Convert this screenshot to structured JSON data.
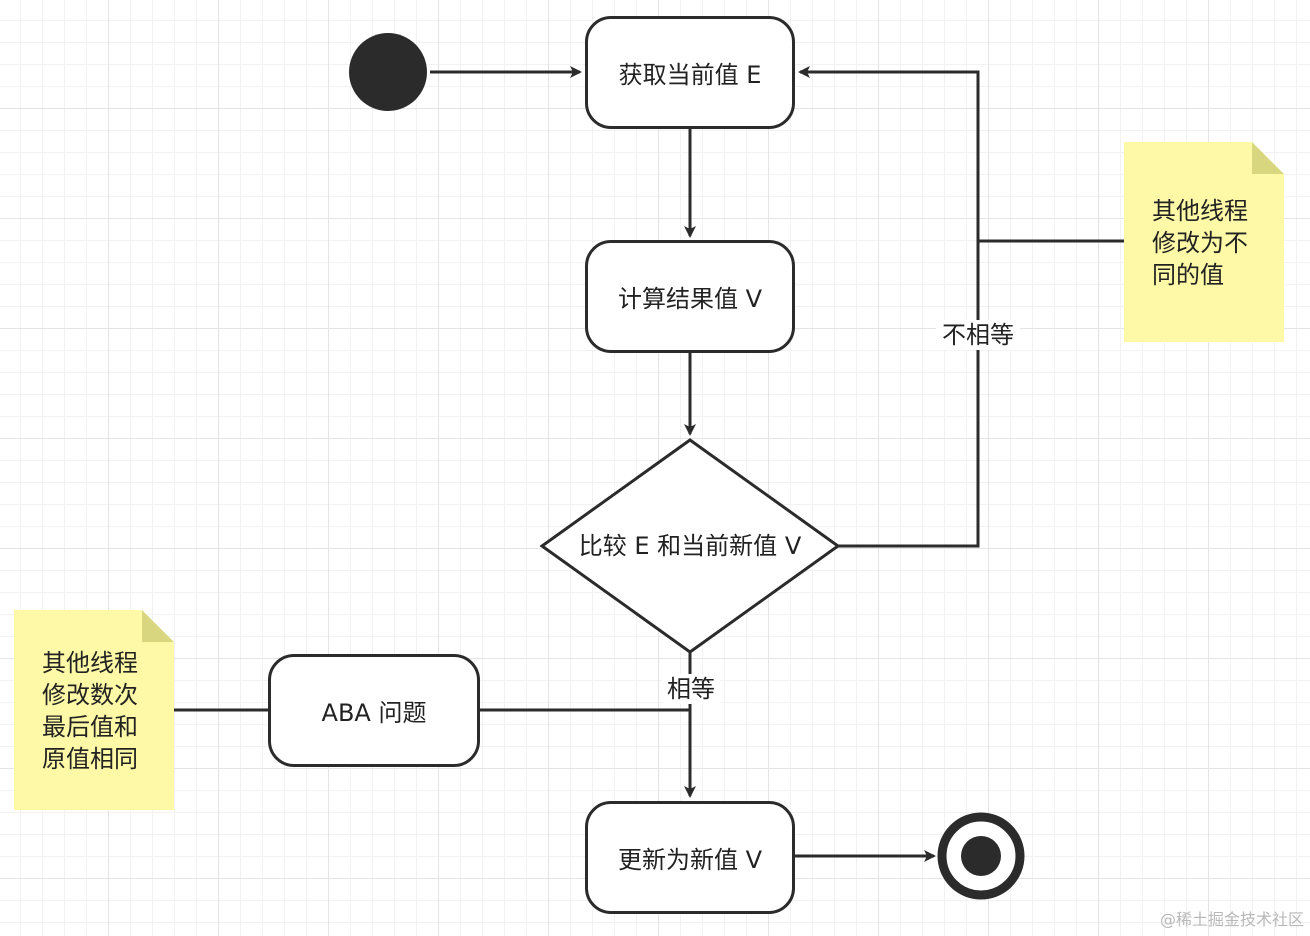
{
  "nodes": {
    "get_value": "获取当前值 E",
    "compute": "计算结果值 V",
    "compare": "比较 E 和当前新值 V",
    "update": "更新为新值 V",
    "aba": "ABA 问题"
  },
  "edges": {
    "not_equal": "不相等",
    "equal": "相等"
  },
  "notes": {
    "other_thread_changed": "其他线程\n修改为不\n同的值",
    "other_thread_restored": "其他线程\n修改数次\n最后值和\n原值相同"
  },
  "watermark": "@稀土掘金技术社区",
  "colors": {
    "stroke": "#2b2b2b",
    "note_fill": "#fdf9a6",
    "note_fold": "#d9d680",
    "grid": "#e4e4e4"
  }
}
